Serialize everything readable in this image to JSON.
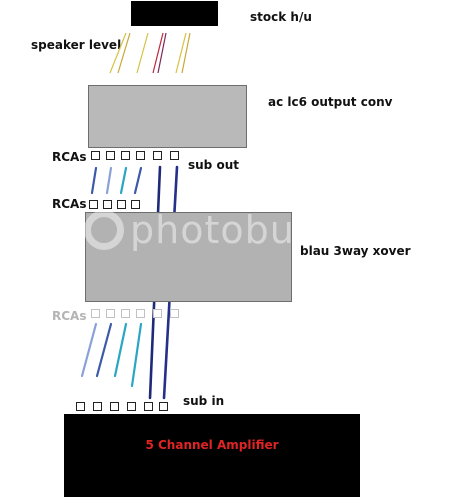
{
  "labels": {
    "stock_hu": "stock h/u",
    "speaker_level": "speaker level",
    "converter": "ac lc6 output conv",
    "rcas_1": "RCAs",
    "sub_out": "sub out",
    "rcas_2": "RCAs",
    "crossover": "blau 3way xover",
    "rcas_3": "RCAs",
    "sub_in": "sub in",
    "amplifier": "5 Channel Amplifier"
  },
  "colors": {
    "head_unit": "#000000",
    "converter_box": "#b9b9b9",
    "crossover_box": "#b2b2b2",
    "amplifier": "#000000",
    "amplifier_text": "#e02424",
    "speaker_wire_yellow": "#d6c244",
    "speaker_wire_red": "#c0283c",
    "rca_cable_blue": "#3c5aa8",
    "rca_cable_cyan": "#2aa6c4",
    "sub_cable_navy": "#1e2a78"
  },
  "watermark": {
    "text": "photobucket",
    "icon": "photobucket-logo-icon"
  }
}
